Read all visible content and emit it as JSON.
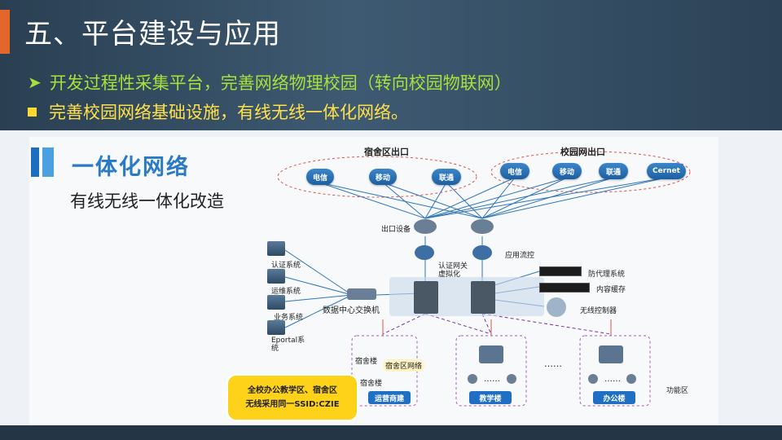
{
  "slide": {
    "title": "五、平台建设与应用",
    "bullets": [
      {
        "text": "开发过程性采集平台，完善网络物理校园（转向校园物联网）",
        "color": "#a6e23a"
      },
      {
        "text": "完善校园网络基础设施，有线无线一体化网络。",
        "color": "#ffe14a"
      }
    ]
  },
  "diagram": {
    "heading": "一体化网络",
    "subheading": "有线无线一体化改造",
    "group_dorm_exit": "宿舍区出口",
    "group_campus_exit": "校园网出口",
    "isps_dorm": [
      "电信",
      "移动",
      "联通"
    ],
    "isps_campus": [
      "电信",
      "移动",
      "联通",
      "Cernet"
    ],
    "exit_device": "出口设备",
    "flow_control": "应用流控",
    "auth_gateway": "认证网关\n虚拟化",
    "left_systems": [
      "认证系统",
      "运维系统",
      "业务系统",
      "Eportal系统"
    ],
    "dc_switch": "数据中心交换机",
    "right_devices": [
      "防代理系统",
      "内容缓存",
      "无线控制器"
    ],
    "dorm_items": [
      "宿舍楼",
      "宿舍区网络",
      "宿舍楼"
    ],
    "buildings": [
      "运营商建",
      "教学楼",
      "办公楼"
    ],
    "ellipsis": "……",
    "function_area": "功能区",
    "callout_lines": [
      "全校办公教学区、宿舍区",
      "无线采用同一SSID:CZIE"
    ]
  }
}
